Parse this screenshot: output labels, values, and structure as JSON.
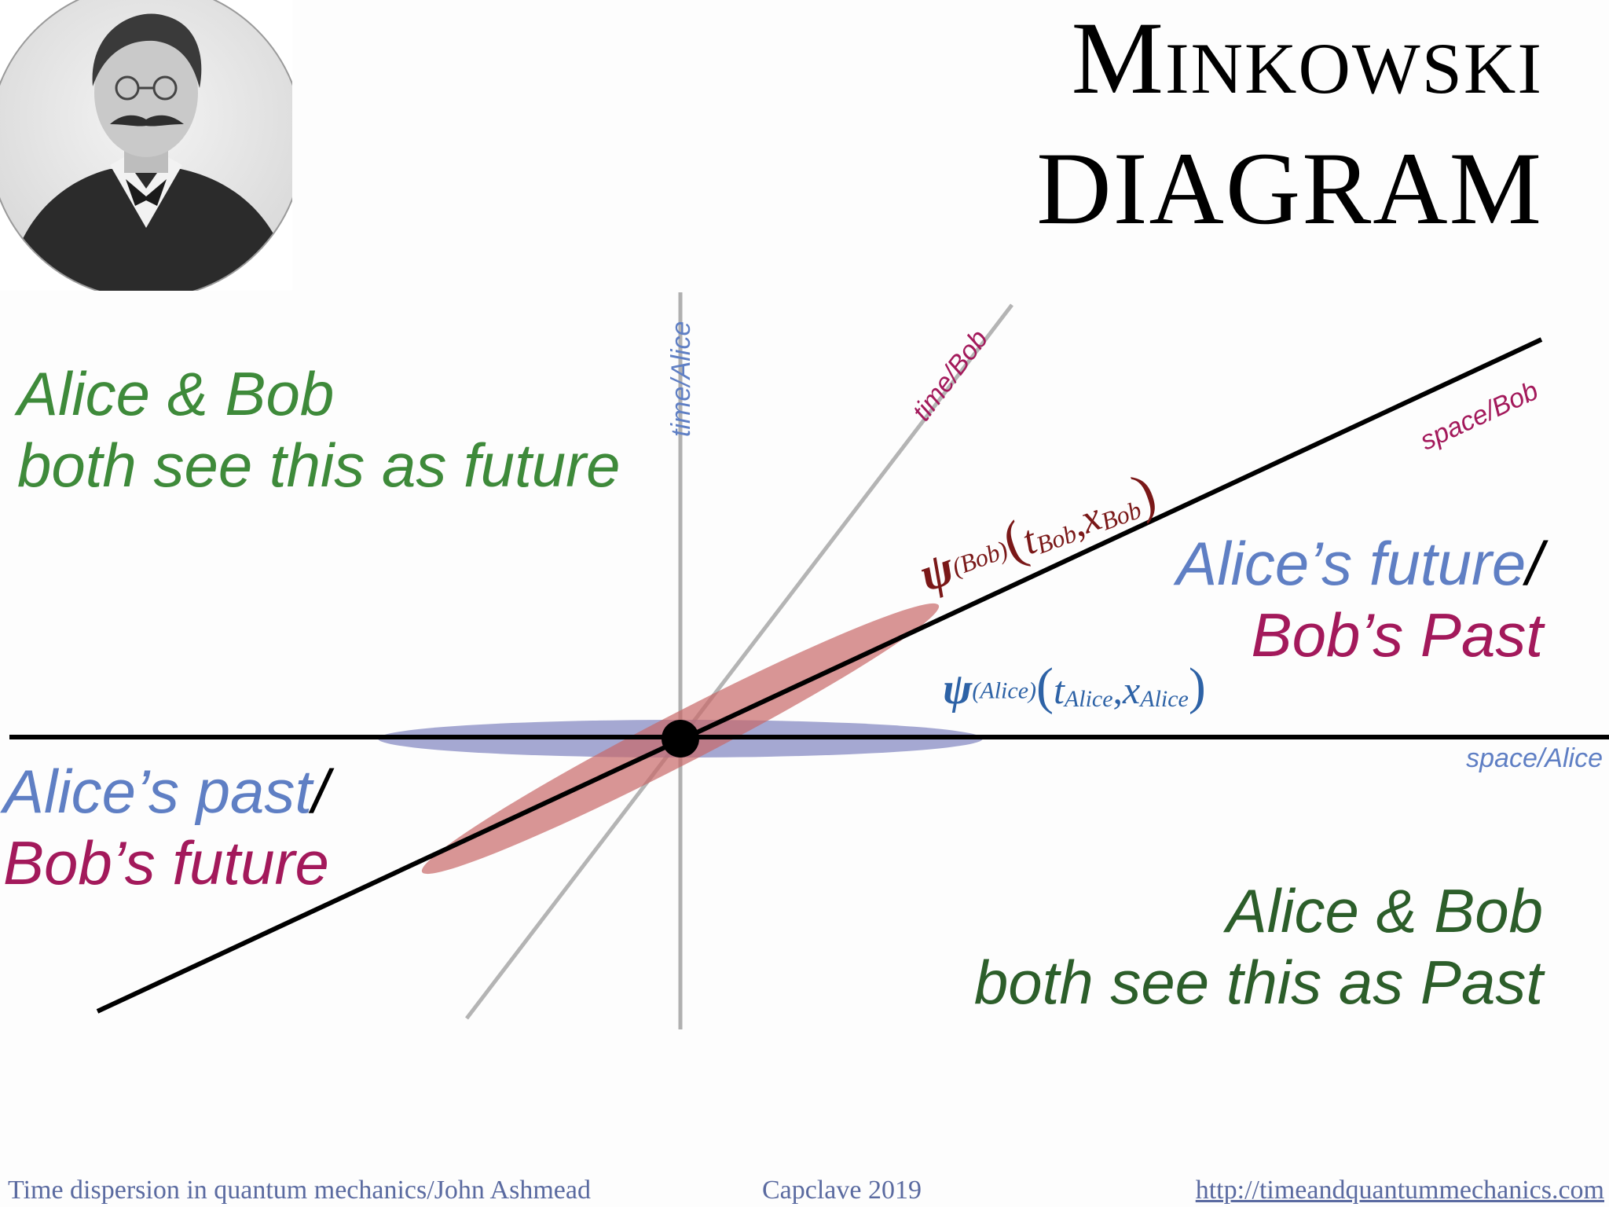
{
  "title": {
    "line1": "Minkowski",
    "line2": "DIAGRAM"
  },
  "regions": {
    "top_left": {
      "line1": "Alice & Bob",
      "line2": "both see this as future"
    },
    "right_mid": {
      "part1": "Alice’s future",
      "slash": "/",
      "part2": "Bob’s Past"
    },
    "left_mid": {
      "part1": "Alice’s past",
      "slash": "/",
      "part2": "Bob’s future"
    },
    "bottom_right": {
      "line1": "Alice & Bob",
      "line2": "both see this as Past"
    }
  },
  "axes": {
    "time_alice": "time/Alice",
    "time_bob": "time/Bob",
    "space_bob": "space/Bob",
    "space_alice": "space/Alice"
  },
  "formulas": {
    "bob": {
      "psi": "ψ",
      "sup": "(Bob)",
      "open": "(",
      "t": "t",
      "t_sub": "Bob",
      "comma": ",",
      "x": "x",
      "x_sub": "Bob",
      "close": ")"
    },
    "alice": {
      "psi": "ψ",
      "sup": "(Alice)",
      "open": "(",
      "t": "t",
      "t_sub": "Alice",
      "comma": ",",
      "x": "x",
      "x_sub": "Alice",
      "close": ")"
    }
  },
  "footer": {
    "left": "Time dispersion in quantum mechanics/John Ashmead",
    "center": "Capclave 2019",
    "right": "http://timeandquantummechanics.com"
  },
  "colors": {
    "green": "#3e8a3a",
    "dark_green": "#2c5e2a",
    "blue": "#5f7fc4",
    "magenta": "#a3195b",
    "dark_red": "#7a1818",
    "bob_wave": "#c86868",
    "alice_wave": "#7f83bf"
  },
  "icons": {
    "portrait": "portrait-photo-icon"
  }
}
